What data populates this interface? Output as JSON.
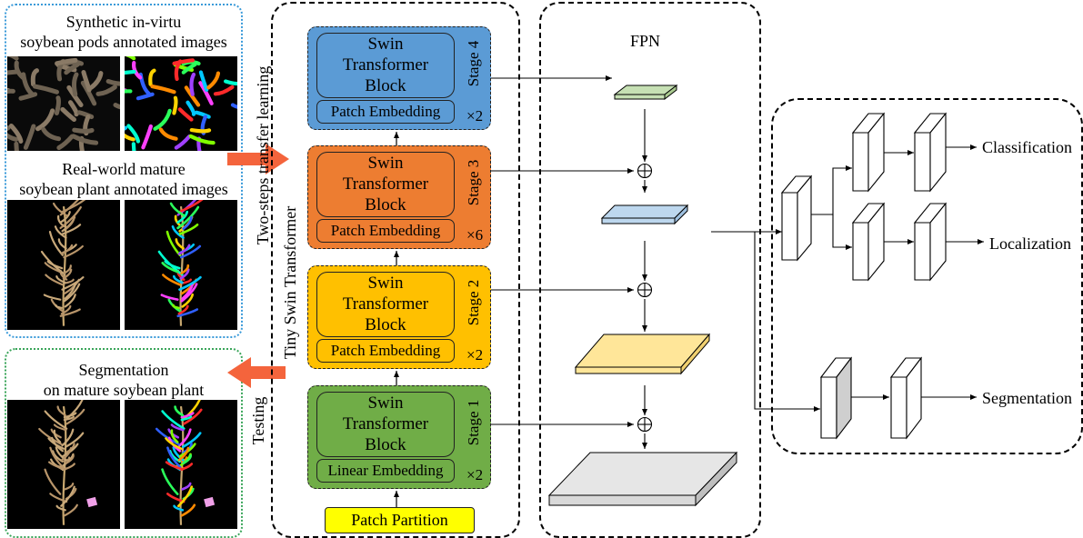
{
  "left_panel": {
    "synthetic_title_line1": "Synthetic in-virtu",
    "synthetic_title_line2": "soybean pods annotated images",
    "real_title_line1": "Real-world mature",
    "real_title_line2": "soybean plant annotated images",
    "seg_title_line1": "Segmentation",
    "seg_title_line2": "on mature soybean plant"
  },
  "side_labels": {
    "transfer": "Two-steps transfer learning",
    "testing": "Testing",
    "backbone": "Tiny Swin Transformer"
  },
  "stages": [
    {
      "block_line1": "Swin",
      "block_line2": "Transformer",
      "block_line3": "Block",
      "embedding": "Patch Embedding",
      "label": "Stage 4",
      "repeat": "×2",
      "color": "#5b9bd5"
    },
    {
      "block_line1": "Swin",
      "block_line2": "Transformer",
      "block_line3": "Block",
      "embedding": "Patch Embedding",
      "label": "Stage 3",
      "repeat": "×6",
      "color": "#ed7d31"
    },
    {
      "block_line1": "Swin",
      "block_line2": "Transformer",
      "block_line3": "Block",
      "embedding": "Patch Embedding",
      "label": "Stage 2",
      "repeat": "×2",
      "color": "#ffc000"
    },
    {
      "block_line1": "Swin",
      "block_line2": "Transformer",
      "block_line3": "Block",
      "embedding": "Linear Embedding",
      "label": "Stage 1",
      "repeat": "×2",
      "color": "#70ad47"
    }
  ],
  "patch_partition": "Patch Partition",
  "fpn": {
    "title": "FPN",
    "plus_symbol": "⊕",
    "level_colors": [
      "#c6e0b4",
      "#bdd7ee",
      "#ffe699",
      "#d9d9d9"
    ]
  },
  "head": {
    "classification": "Classification",
    "localization": "Localization",
    "segmentation": "Segmentation"
  },
  "colors": {
    "arrow_orange": "#f4643c",
    "panel_blue_border": "#3a9ad9",
    "panel_green_border": "#3aa55a"
  }
}
